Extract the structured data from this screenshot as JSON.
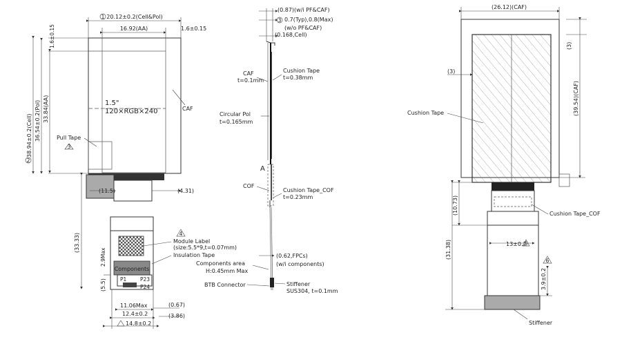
{
  "front_view": {
    "width_cell_pol": "20.12±0.2(Cell&Pol)",
    "width_aa": "16.92(AA)",
    "right_offset": "1.6±0.15",
    "top_offset": "1.6±0.15",
    "height_cell": "38.94±0.2(Cell)",
    "height_pol": "36.54±0.2(Pol)",
    "height_aa": "33.84(AA)",
    "size_label": "1.5\"",
    "resolution_label": "120×RGB×240",
    "caf_label": "CAF",
    "pull_tape_label": "Pull Tape",
    "fpc_width_small": "(11.5)",
    "fpc_offset": "(4.31)",
    "fpc_length": "(33.33)",
    "module_label": "Module Label",
    "module_label_size": "(size:5.5*9,t=0.07mm)",
    "insulation_tape": "Insulation Tape",
    "components": "Components",
    "max_2_9": "2.9Max",
    "dim_5_5": "(5.5)",
    "dim_11_06": "11.06Max",
    "dim_12_4": "12.4±0.2",
    "dim_14_8": "14.8±0.2",
    "dim_0_67": "(0.67)",
    "dim_3_86": "(3.86)",
    "pin1": "P1",
    "pin_n": "P23",
    "pin_m": "P24",
    "marker_1": "1",
    "marker_2": "2",
    "marker_3": "3",
    "marker_4": "4"
  },
  "side_view": {
    "dim_0_87": "(0.87)(w/i PF&CAF)",
    "dim_0_7": "0.7(Typ),0.8(Max)",
    "w_o_pf_caf": "(w/o PF&CAF)",
    "dim_0_168": "(0.168,Cell)",
    "caf": "CAF",
    "caf_t": "t=0.1mm",
    "cushion_tape": "Cushion Tape",
    "cushion_t": "t=0.38mm",
    "circular_pol": "Circular Pol",
    "circular_pol_t": "t=0.165mm",
    "section_a": "A",
    "cof": "COF",
    "cushion_tape_cof": "Cushion Tape_COF",
    "cushion_cof_t": "t=0.23mm",
    "dim_0_62": "(0.62,FPCs)",
    "w_i_components": "(w/i components)",
    "components_area": "Components area",
    "components_h": "H:0.45mm Max",
    "btb_connector": "BTB Connector",
    "stiffener": "Stiffener",
    "stiffener_spec": "SUS304, t=0.1mm"
  },
  "back_view": {
    "width_caf": "(26.12)(CAF)",
    "dim_3_top": "(3)",
    "dim_3_left": "(3)",
    "height_caf": "(39.54)(CAF)",
    "cushion_tape": "Cushion Tape",
    "dim_10_73": "(10.73)",
    "cushion_tape_cof": "Cushion Tape_COF",
    "dim_31_38": "(31.38)",
    "dim_13": "13±0.2",
    "dim_3_9": "3.9±0.2",
    "stiffener": "Stiffener",
    "marker_5": "5",
    "marker_6": "6"
  }
}
